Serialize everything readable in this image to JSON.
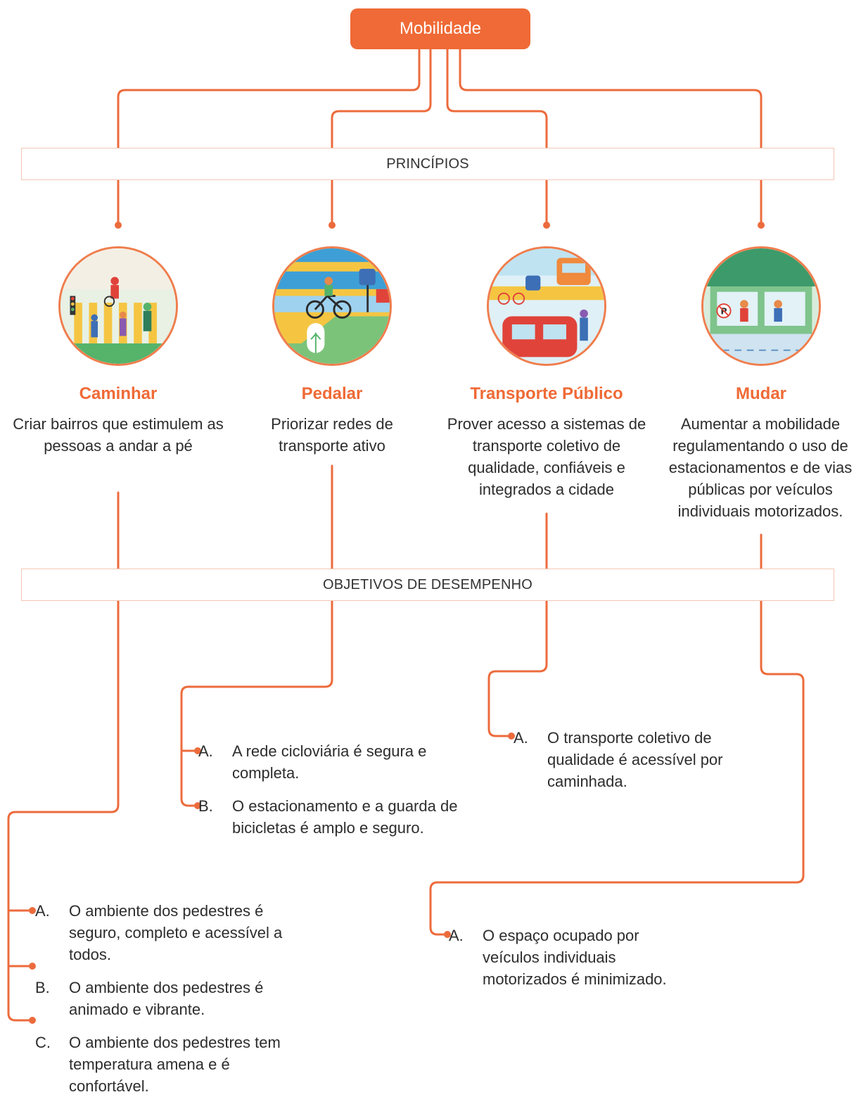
{
  "root": {
    "label": "Mobilidade"
  },
  "bands": {
    "principles": "PRINCÍPIOS",
    "objectives": "OBJETIVOS DE DESEMPENHO"
  },
  "principles": [
    {
      "title": "Caminhar",
      "desc": "Criar bairros que estimulem as pessoas a andar a pé",
      "icon": "walking-illustration"
    },
    {
      "title": "Pedalar",
      "desc": "Priorizar redes de transporte ativo",
      "icon": "cycling-illustration"
    },
    {
      "title": "Transporte Público",
      "desc": "Prover acesso a sistemas de transporte coletivo de qualidade, confiáveis e integrados a cidade",
      "icon": "public-transport-illustration"
    },
    {
      "title": "Mudar",
      "desc": "Aumentar a mobilidade regulamentando o uso de estacionamentos e de vias públicas por veículos individuais motorizados.",
      "icon": "parking-illustration"
    }
  ],
  "objectives": {
    "caminhar": [
      {
        "letter": "A.",
        "text": "O ambiente dos pedestres é seguro, completo e acessível a todos."
      },
      {
        "letter": "B.",
        "text": "O ambiente dos pedestres é animado e vibrante."
      },
      {
        "letter": "C.",
        "text": "O ambiente dos pedestres tem temperatura amena e é confortável."
      }
    ],
    "pedalar": [
      {
        "letter": "A.",
        "text": "A rede cicloviária é segura e completa."
      },
      {
        "letter": "B.",
        "text": "O estacionamento e a guarda de bicicletas é amplo e seguro."
      }
    ],
    "transporte": [
      {
        "letter": "A.",
        "text": "O transporte coletivo de qualidade é acessível por caminhada."
      }
    ],
    "mudar": [
      {
        "letter": "A.",
        "text": "O espaço ocupado por veículos individuais motorizados é minimizado."
      }
    ]
  },
  "colors": {
    "accent": "#ef6a36",
    "band_border": "#f3c6b3",
    "text": "#2d2d2d"
  }
}
